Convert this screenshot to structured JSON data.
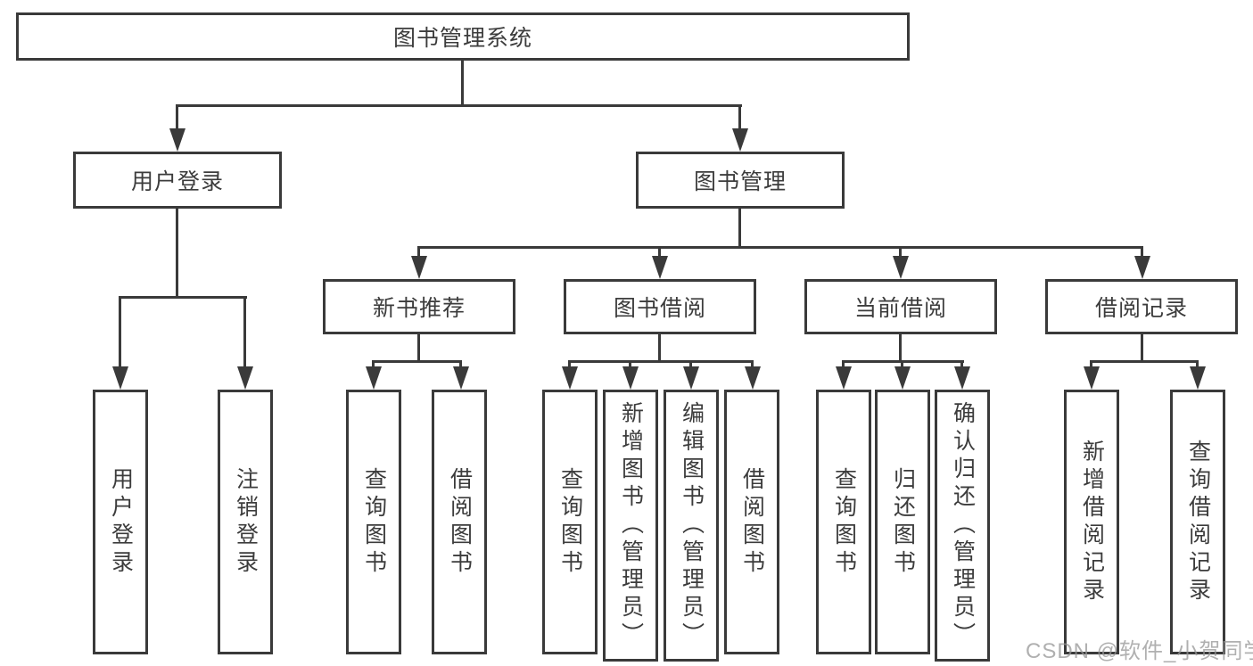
{
  "tree": {
    "root": {
      "label": "图书管理系统"
    },
    "branches": [
      {
        "label": "用户登录",
        "children": [
          {
            "label": "用户登录"
          },
          {
            "label": "注销登录"
          }
        ]
      },
      {
        "label": "图书管理",
        "children": [
          {
            "label": "新书推荐",
            "children": [
              {
                "label": "查询图书"
              },
              {
                "label": "借阅图书"
              }
            ]
          },
          {
            "label": "图书借阅",
            "children": [
              {
                "label": "查询图书"
              },
              {
                "label": "新增图书（管理员）"
              },
              {
                "label": "编辑图书（管理员）"
              },
              {
                "label": "借阅图书"
              }
            ]
          },
          {
            "label": "当前借阅",
            "children": [
              {
                "label": "查询图书"
              },
              {
                "label": "归还图书"
              },
              {
                "label": "确认归还（管理员）"
              }
            ]
          },
          {
            "label": "借阅记录",
            "children": [
              {
                "label": "新增借阅记录"
              },
              {
                "label": "查询借阅记录"
              }
            ]
          }
        ]
      }
    ]
  },
  "watermark": {
    "text": "CSDN @软件_小贺同学"
  }
}
